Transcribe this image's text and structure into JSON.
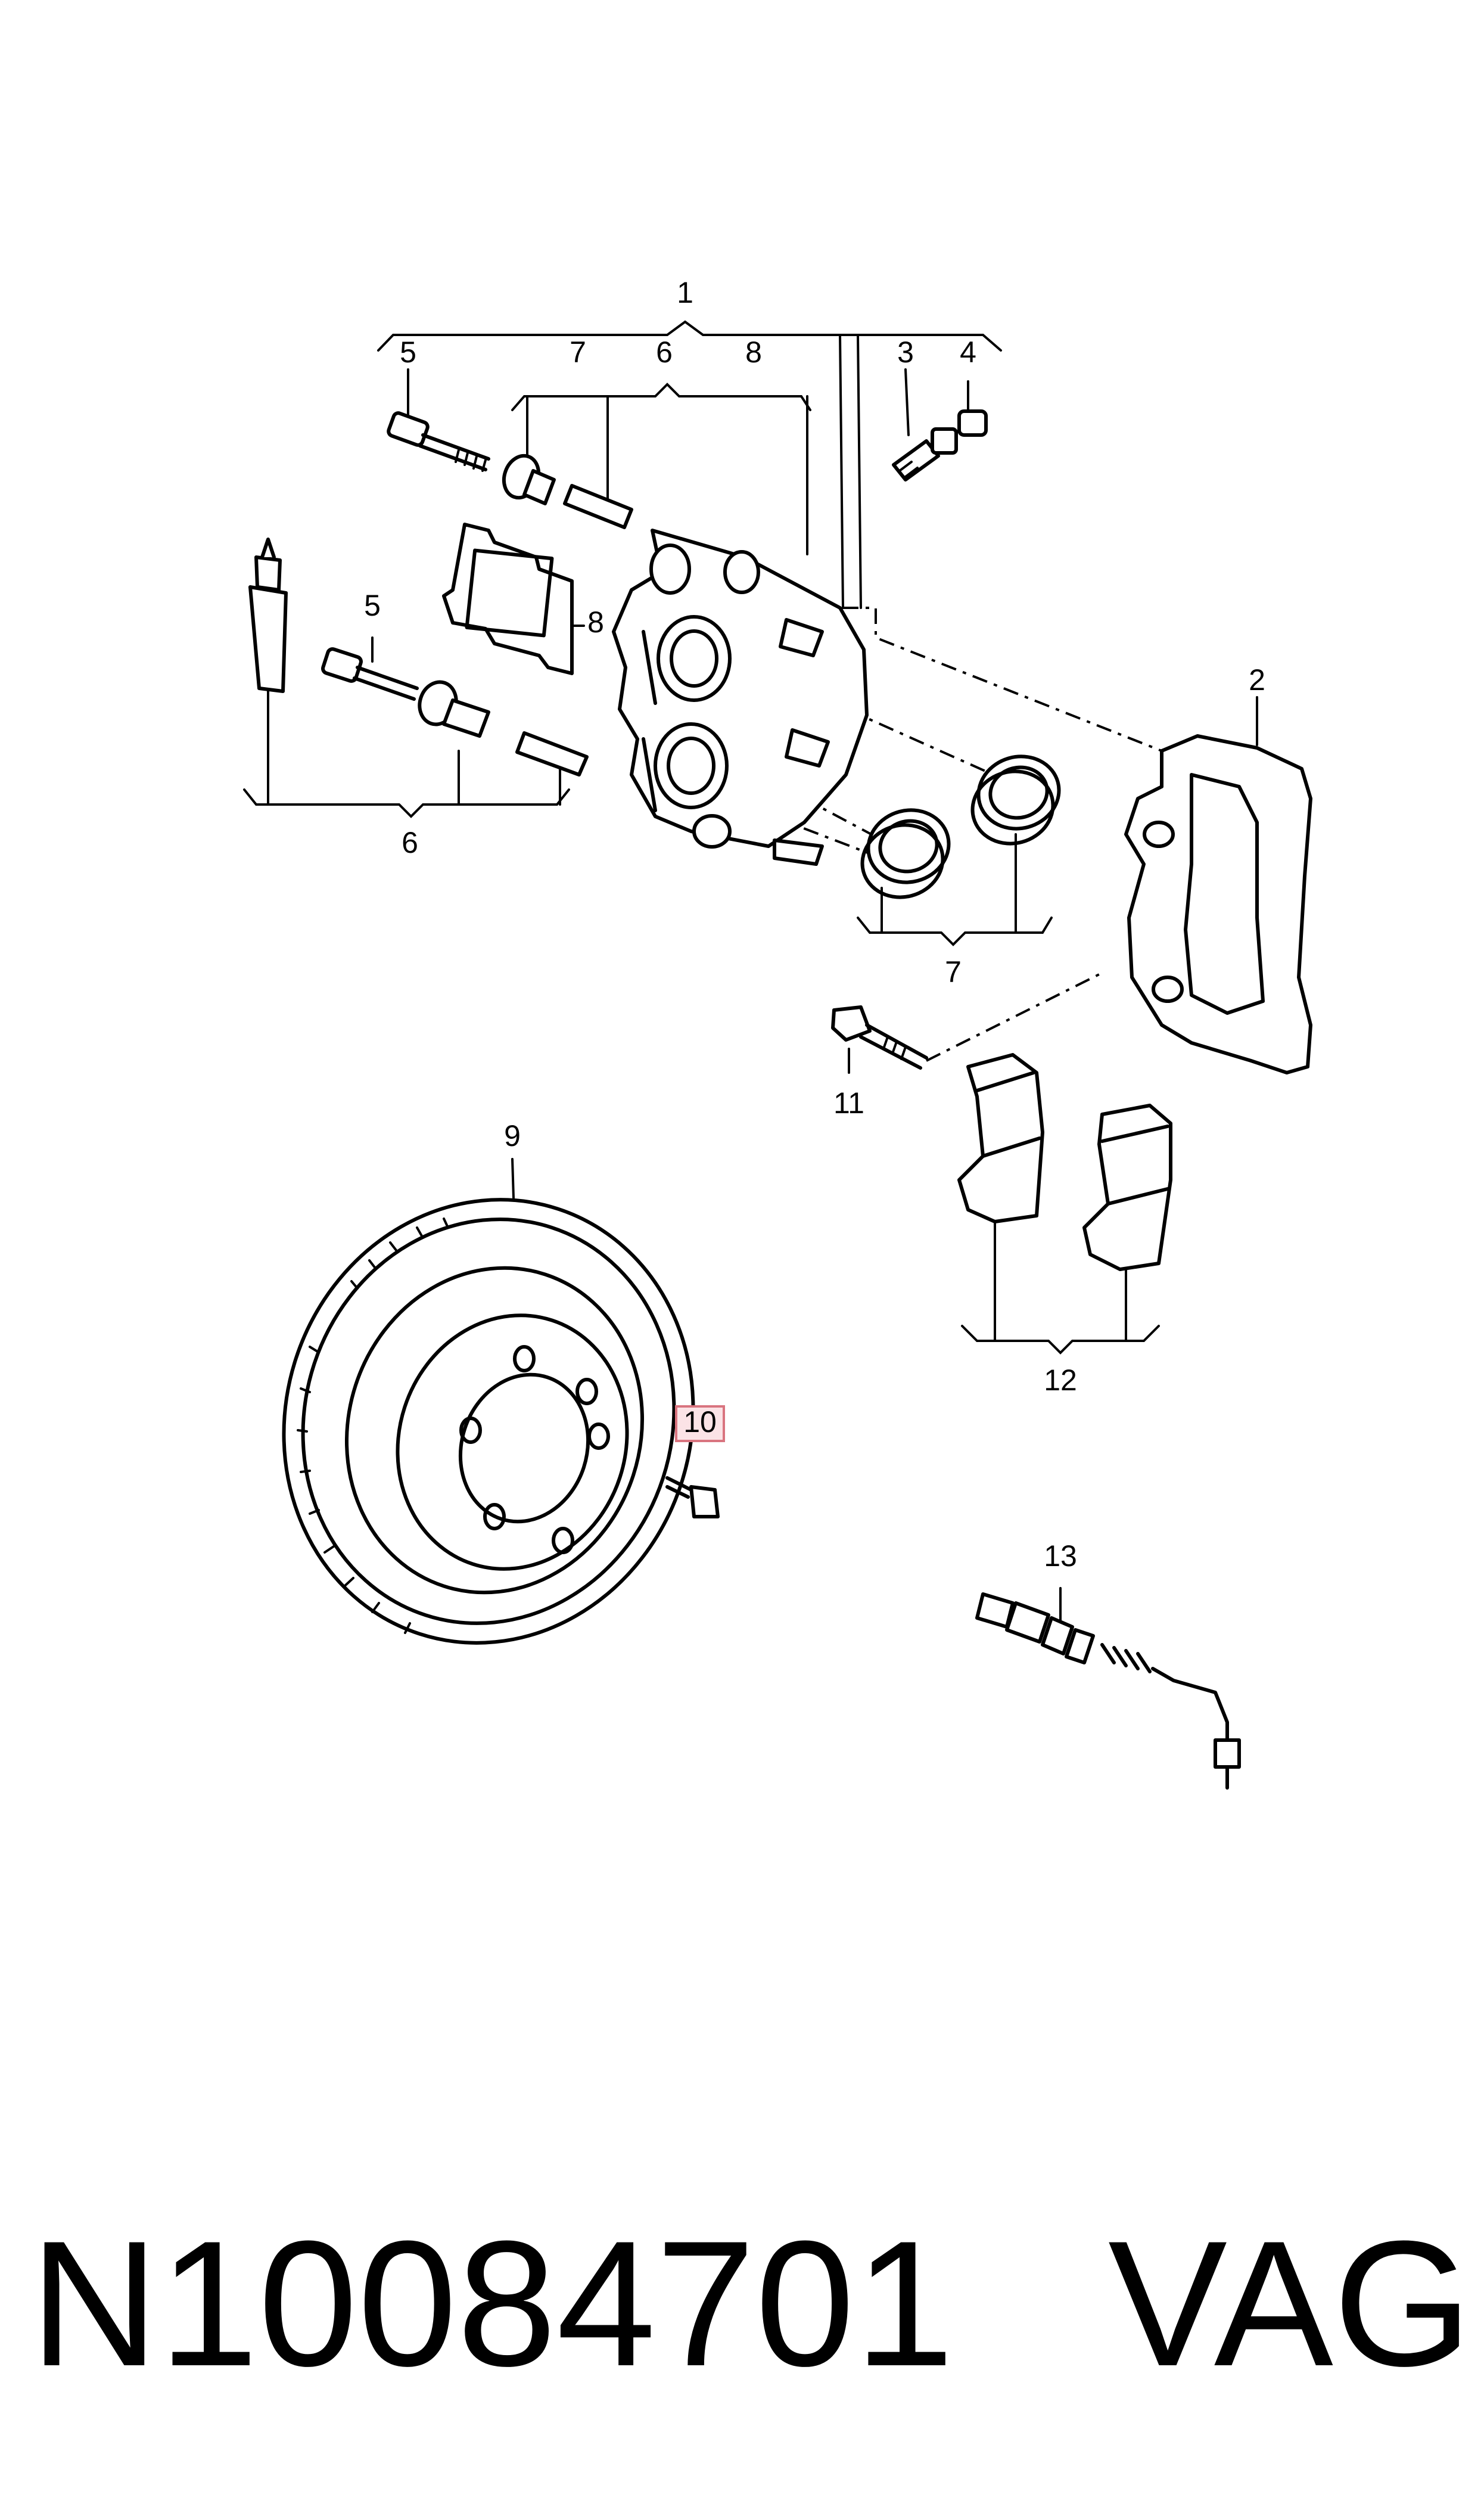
{
  "callouts": {
    "c1": "1",
    "c2": "2",
    "c3": "3",
    "c4": "4",
    "c5a": "5",
    "c5b": "5",
    "c6a": "6",
    "c6b": "6",
    "c7a": "7",
    "c7b": "7",
    "c8a": "8",
    "c8b": "8",
    "c9": "9",
    "c10": "10",
    "c11": "11",
    "c12": "12",
    "c13": "13"
  },
  "highlight": {
    "callout": "10",
    "fill": "#fbe3e6",
    "stroke": "#d9747f"
  },
  "caption": {
    "part_number": "N10084701",
    "brand": "VAG"
  }
}
